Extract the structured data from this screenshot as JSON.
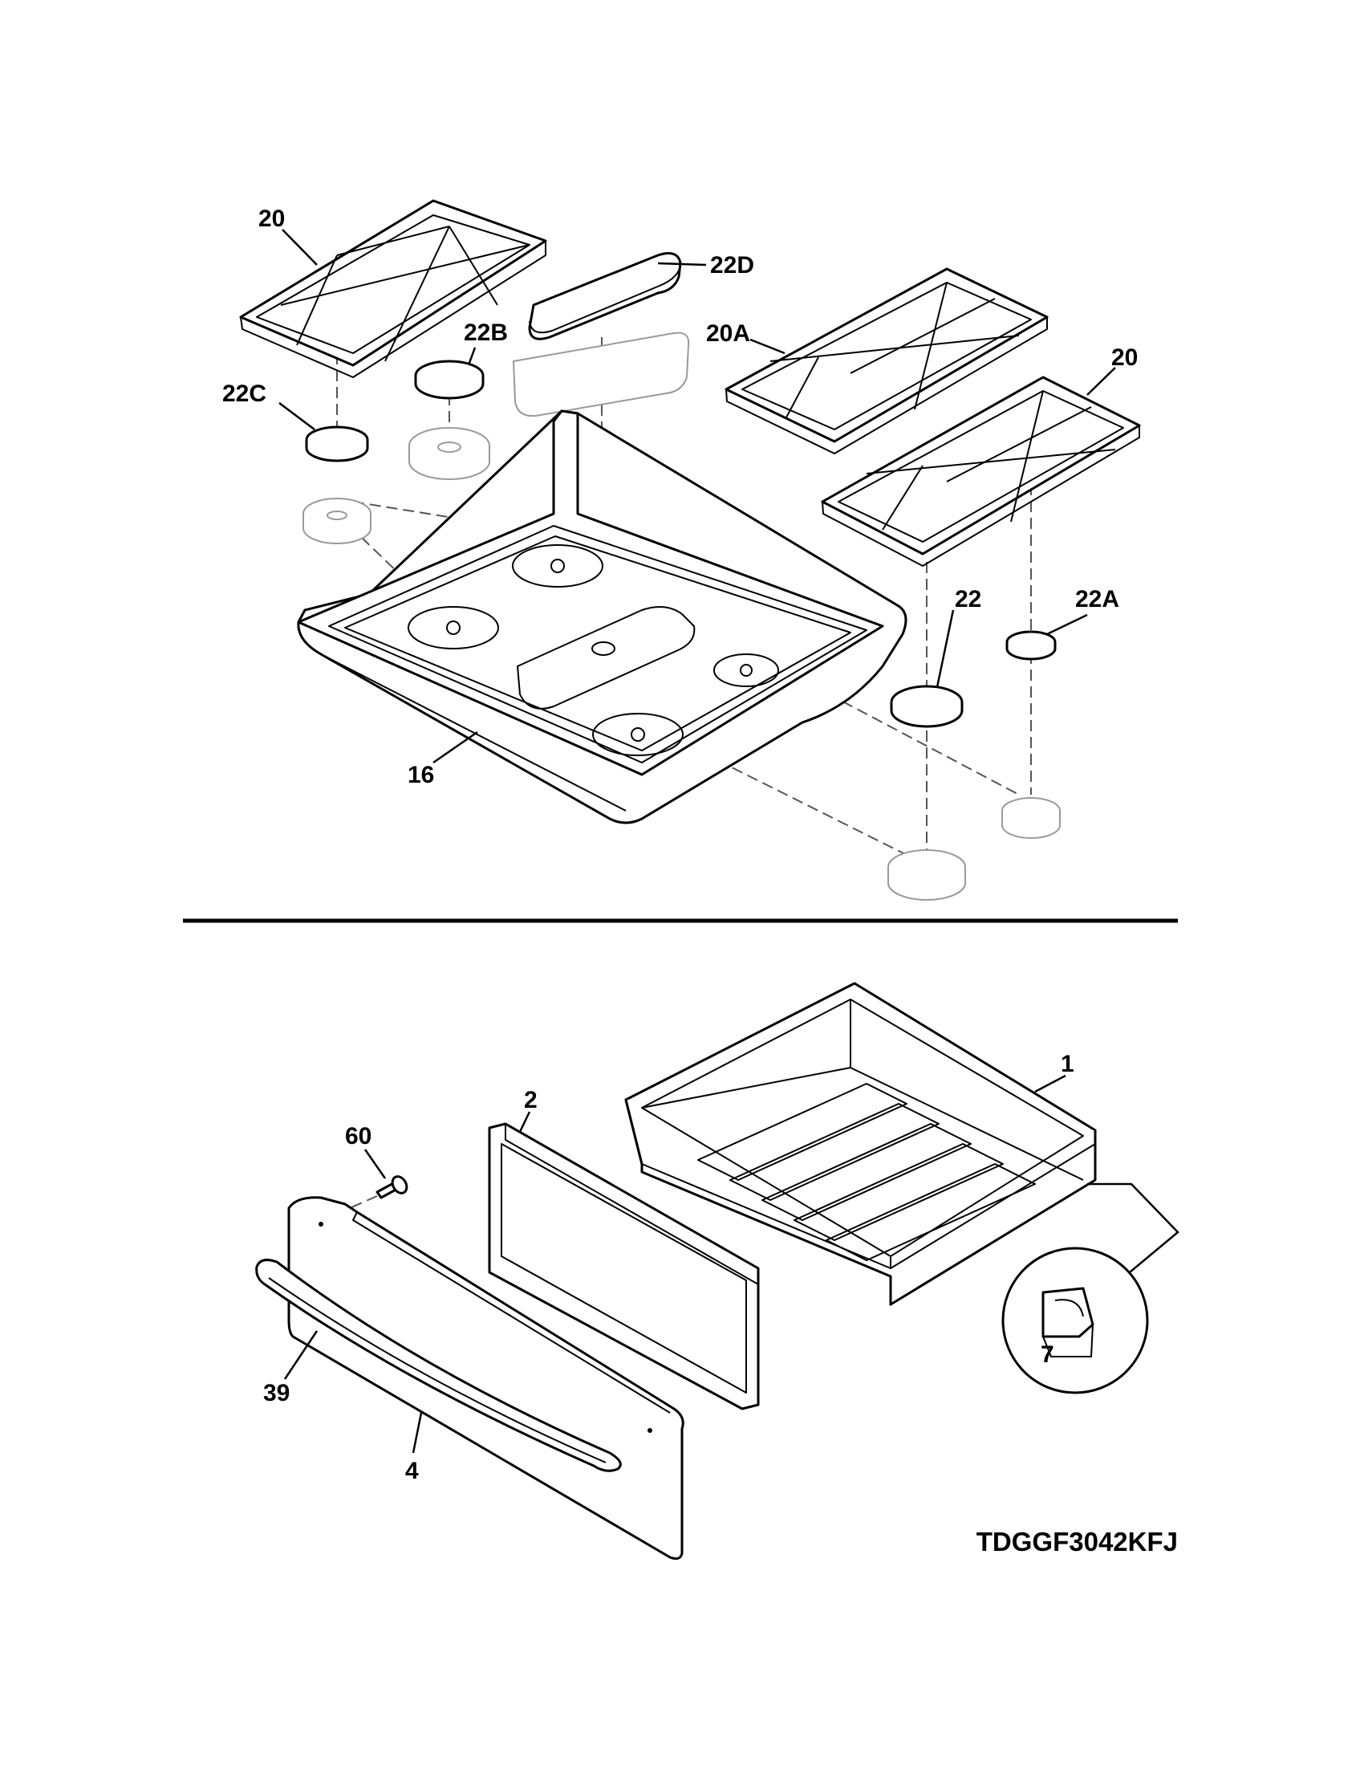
{
  "callouts": {
    "grate_left": "20",
    "cap_22d": "22D",
    "cap_22b": "22B",
    "grate_20a": "20A",
    "grate_right": "20",
    "cap_22c": "22C",
    "cap_22": "22",
    "cap_22a": "22A",
    "cooktop": "16",
    "drawer_body": "1",
    "drawer_liner": "2",
    "screw": "60",
    "clip": "7",
    "handle": "39",
    "drawer_front": "4"
  },
  "model_number": "TDGGF3042KFJ"
}
